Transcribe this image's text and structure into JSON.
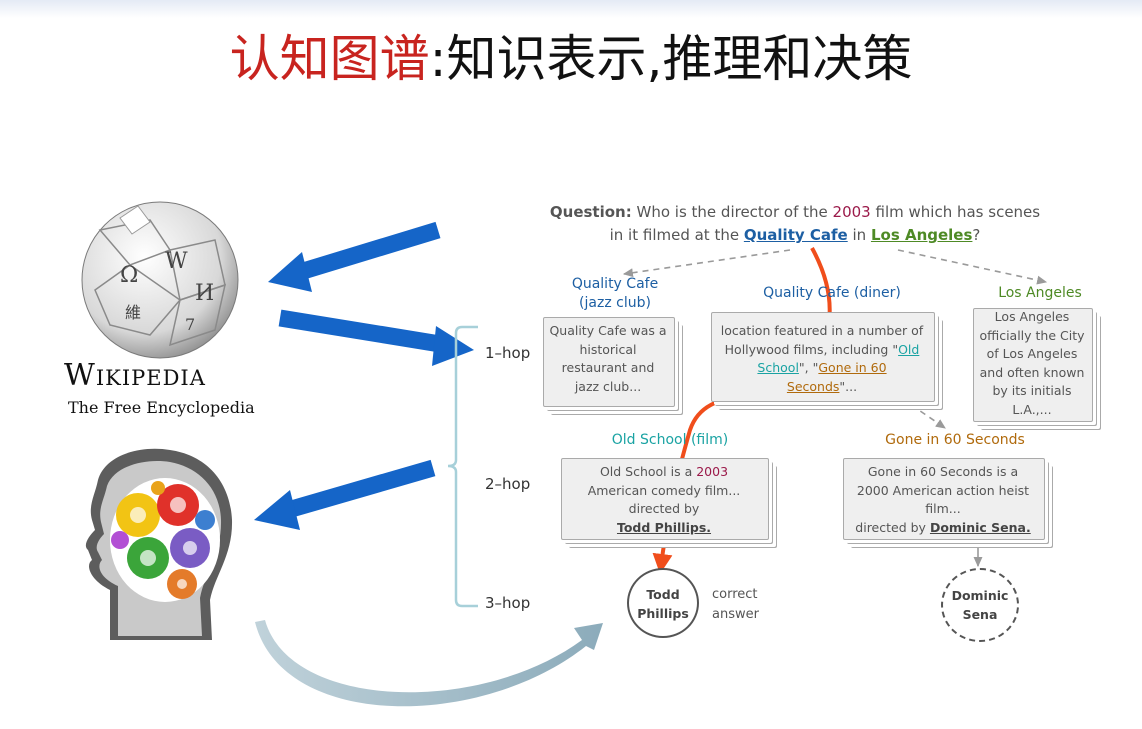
{
  "title": {
    "red": "认知图谱",
    "black": ":知识表示,推理和决策"
  },
  "colors": {
    "title_red": "#c8241f",
    "blue_arrow": "#1565c8",
    "path_orange": "#f04e1c",
    "entity_blue": "#1d5fa3",
    "entity_green": "#4e8a25",
    "entity_orange": "#b06a0c",
    "entity_teal": "#1aa3a3",
    "year_red": "#9b1a4a"
  },
  "wikipedia": {
    "wordmark": "Wikipedia",
    "tagline": "The Free Encyclopedia"
  },
  "question": {
    "label": "Question:",
    "text_a": "Who is the director of the",
    "year": "2003",
    "text_b": "film which has scenes",
    "text_c": "in it filmed at the",
    "place": "Quality Cafe",
    "text_d": "in",
    "city": "Los Angeles",
    "end": "?"
  },
  "hops": [
    "1–hop",
    "2–hop",
    "3–hop"
  ],
  "nodes": {
    "qc_jazz": {
      "title": "Quality Cafe",
      "title2": "(jazz club)",
      "lines": [
        "Quality Cafe was a",
        "historical",
        "restaurant and",
        "jazz club..."
      ]
    },
    "qc_diner": {
      "title": "Quality Cafe (diner)",
      "line1": "location featured in a number of",
      "line2": "Hollywood films, including \"",
      "link1a": "Old",
      "link1b": "School",
      "mid": "\", \"",
      "link2a": "Gone in 60",
      "link2b": "Seconds",
      "end": "\"..."
    },
    "la": {
      "title": "Los Angeles",
      "lines": [
        "Los Angeles",
        "officially the City",
        "of Los Angeles",
        "and often known",
        "by its initials",
        "L.A.,..."
      ]
    },
    "old_school": {
      "title": "Old School (film)",
      "pre": "Old School is a",
      "year": "2003",
      "lines": [
        "American comedy film...",
        "directed by"
      ],
      "director": "Todd Phillips."
    },
    "gone60": {
      "title": "Gone in 60 Seconds",
      "lines": [
        "Gone in 60 Seconds is a",
        "2000 American action heist",
        "film...",
        "directed by"
      ],
      "director": "Dominic Sena."
    }
  },
  "answers": {
    "correct": {
      "line1": "Todd",
      "line2": "Phillips",
      "note1": "correct",
      "note2": "answer"
    },
    "other": {
      "line1": "Dominic",
      "line2": "Sena"
    }
  },
  "icons": [
    "wikipedia-globe-icon",
    "brain-gears-icon"
  ]
}
